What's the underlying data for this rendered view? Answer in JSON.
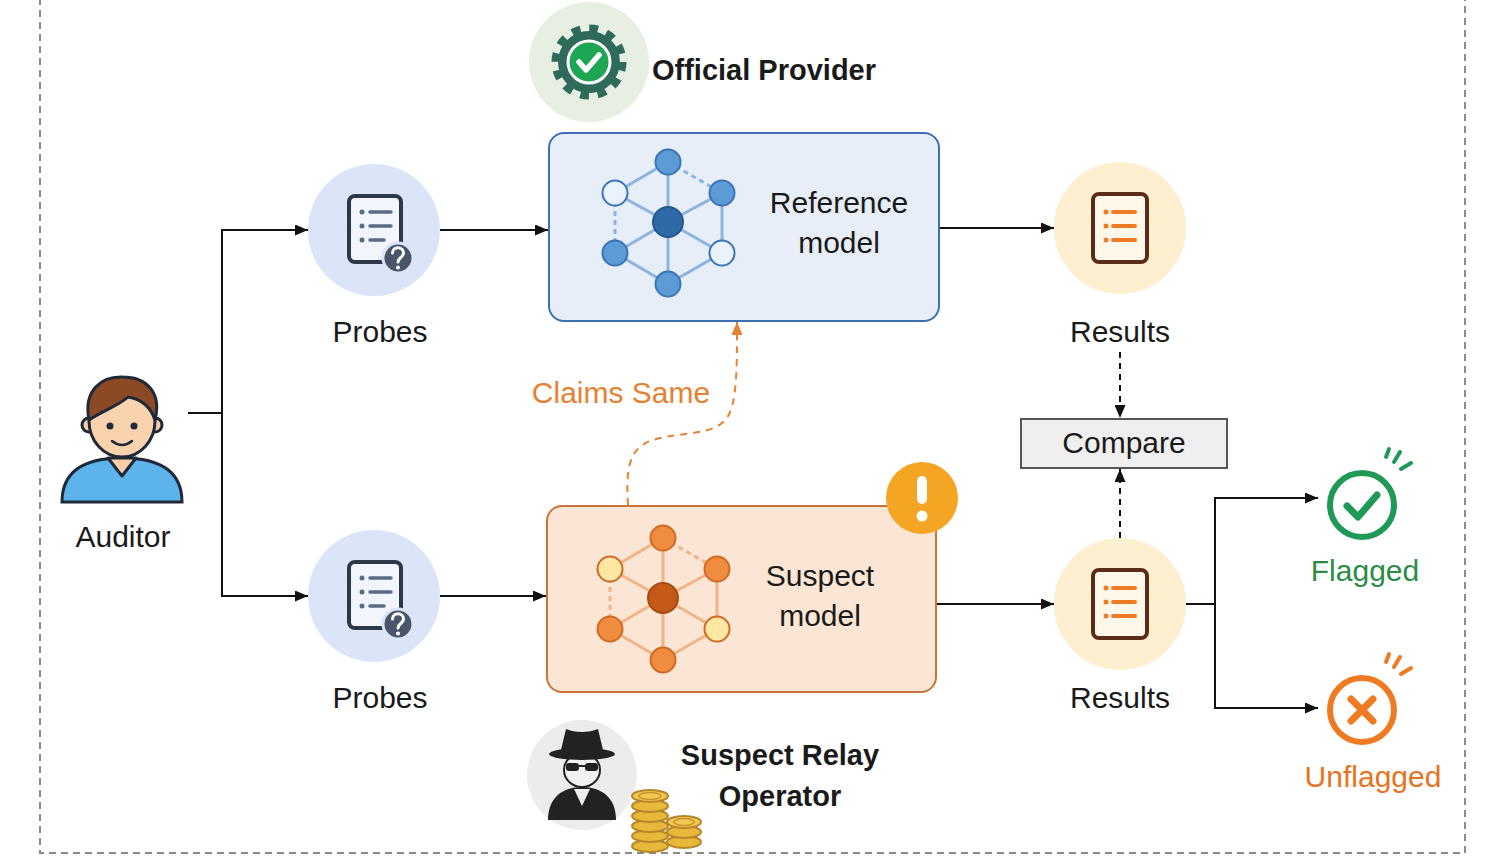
{
  "diagram": {
    "nodes": [
      {
        "text": [
          "Official Provider"
        ]
      },
      {
        "text": [
          "Auditor"
        ]
      },
      {
        "text": [
          "Probes"
        ]
      },
      {
        "text": [
          "Reference model"
        ]
      },
      {
        "text": [
          "Results"
        ]
      },
      {
        "text": [
          "Compare"
        ]
      },
      {
        "text": [
          "Probes"
        ]
      },
      {
        "text": [
          "Suspect model"
        ]
      },
      {
        "text": [
          "Results"
        ]
      },
      {
        "text": [
          "Flagged"
        ]
      },
      {
        "text": [
          "Unflagged"
        ]
      },
      {
        "text": [
          "Suspect Relay Operator"
        ]
      }
    ],
    "edges": [
      {
        "from": 1,
        "to": 2,
        "arrow": "to"
      },
      {
        "from": 1,
        "to": 6,
        "arrow": "to"
      },
      {
        "from": 2,
        "to": 3,
        "arrow": "to"
      },
      {
        "from": 6,
        "to": 7,
        "arrow": "to"
      },
      {
        "from": 3,
        "to": 4,
        "arrow": "to"
      },
      {
        "from": 7,
        "to": 8,
        "arrow": "to"
      },
      {
        "from": 7,
        "to": 3,
        "label": "Claims Same",
        "arrow": "to"
      },
      {
        "from": 4,
        "to": 5,
        "arrow": "to"
      },
      {
        "from": 8,
        "to": 5,
        "arrow": "to"
      },
      {
        "from": 8,
        "to": 9,
        "arrow": "to"
      },
      {
        "from": 8,
        "to": 10,
        "arrow": "to"
      }
    ]
  }
}
